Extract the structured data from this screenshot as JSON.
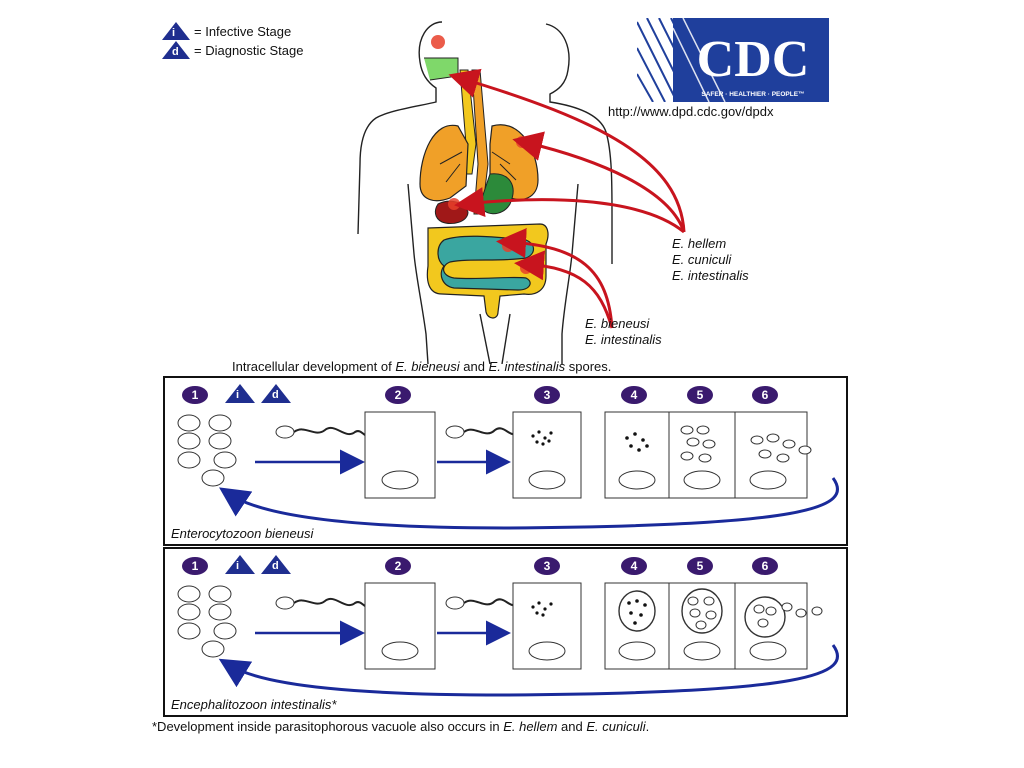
{
  "legend": {
    "infective_symbol": "i",
    "infective_label": "= Infective Stage",
    "diagnostic_symbol": "d",
    "diagnostic_label": "= Diagnostic Stage"
  },
  "cdc": {
    "logo_text": "CDC",
    "tagline": "SAFER · HEALTHIER · PEOPLE™",
    "url": "http://www.dpd.cdc.gov/dpdx"
  },
  "body_labels": {
    "group1": [
      "E. hellem",
      "E. cuniculi",
      "E. intestinalis"
    ],
    "group2": [
      "E. bieneusi",
      "E. intestinalis"
    ]
  },
  "caption": {
    "prefix": "Intracellular development of ",
    "sp1": "E. bieneusi",
    "mid": " and ",
    "sp2": "E. intestinalis",
    "suffix": " spores."
  },
  "panels": [
    {
      "name": "Enterocytozoon bieneusi",
      "stages": [
        "1",
        "2",
        "3",
        "4",
        "5",
        "6"
      ],
      "infective_symbol": "i",
      "diagnostic_symbol": "d"
    },
    {
      "name": "Encephalitozoon intestinalis*",
      "stages": [
        "1",
        "2",
        "3",
        "4",
        "5",
        "6"
      ],
      "infective_symbol": "i",
      "diagnostic_symbol": "d"
    }
  ],
  "footnote": {
    "prefix": "*Development inside parasitophorous vacuole also occurs in ",
    "sp1": "E. hellem",
    "mid": " and ",
    "sp2": "E. cuniculi",
    "suffix": "."
  },
  "colors": {
    "stage_circle": "#3a1a6e",
    "triangle": "#1f2e8f",
    "arrow_red": "#c8141e",
    "arrow_blue": "#1a2a9a",
    "lung": "#f0a028",
    "intestine": "#f2c81e",
    "small_intestine": "#3aa6a0",
    "stomach": "#2c8a3a",
    "liver": "#a01818",
    "cdc_blue": "#1f3f9c"
  }
}
